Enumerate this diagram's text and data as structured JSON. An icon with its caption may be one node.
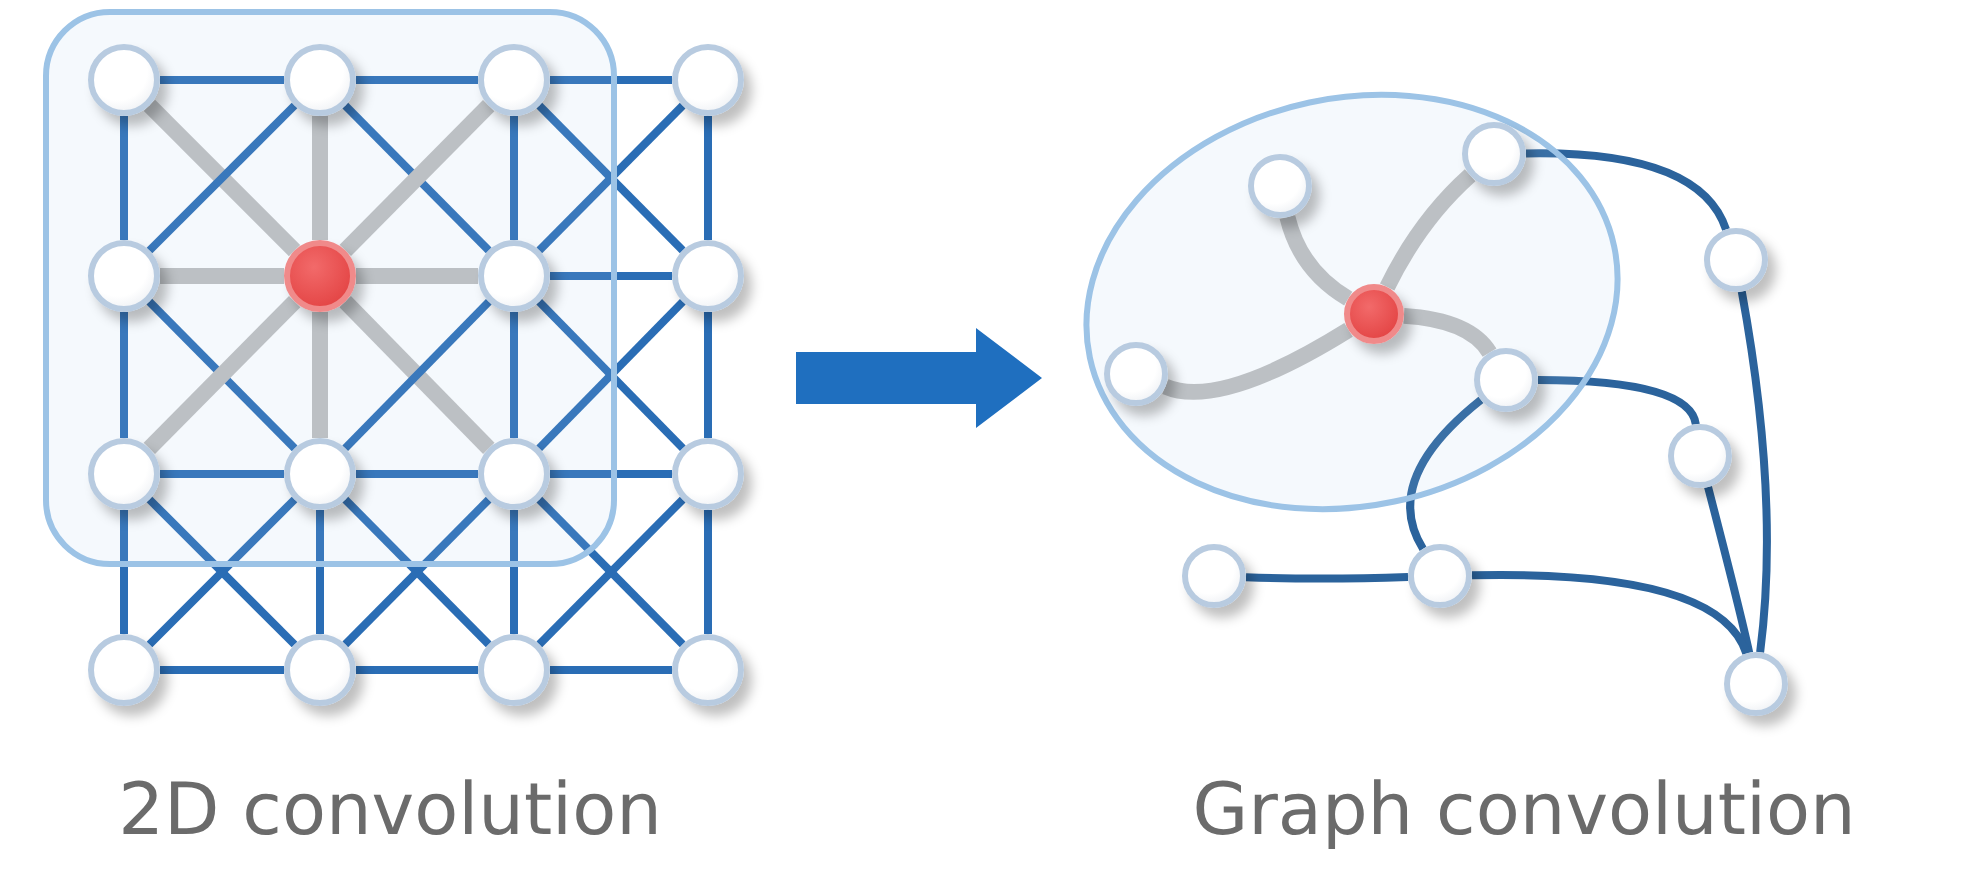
{
  "diagram": {
    "nodes": [
      {
        "text": [],
        "shape": "circle"
      },
      {
        "text": [],
        "shape": "circle"
      },
      {
        "text": [],
        "shape": "circle"
      },
      {
        "text": [],
        "shape": "circle"
      },
      {
        "text": [],
        "shape": "circle"
      },
      {
        "text": [],
        "shape": "circle"
      },
      {
        "text": [],
        "shape": "circle"
      },
      {
        "text": [],
        "shape": "circle"
      },
      {
        "text": [],
        "shape": "circle"
      },
      {
        "text": [],
        "shape": "circle"
      },
      {
        "text": [],
        "shape": "circle"
      },
      {
        "text": [],
        "shape": "circle"
      },
      {
        "text": [],
        "shape": "circle"
      },
      {
        "text": [],
        "shape": "circle"
      },
      {
        "text": [],
        "shape": "circle"
      },
      {
        "text": [],
        "shape": "circle"
      },
      {
        "text": [],
        "shape": "circle"
      },
      {
        "text": [],
        "shape": "circle"
      },
      {
        "text": [],
        "shape": "circle"
      },
      {
        "text": [],
        "shape": "circle"
      },
      {
        "text": [],
        "shape": "circle"
      },
      {
        "text": [],
        "shape": "circle"
      },
      {
        "text": [],
        "shape": "circle"
      },
      {
        "text": [],
        "shape": "circle"
      },
      {
        "text": [],
        "shape": "circle"
      },
      {
        "text": [],
        "shape": "circle"
      }
    ],
    "edges": [
      {
        "from": 0,
        "to": 1,
        "arrow": "none"
      },
      {
        "from": 1,
        "to": 2,
        "arrow": "none"
      },
      {
        "from": 2,
        "to": 3,
        "arrow": "none"
      },
      {
        "from": 4,
        "to": 5,
        "arrow": "none",
        "style": "thick",
        "color": "#bfbfbf"
      },
      {
        "from": 5,
        "to": 6,
        "arrow": "none",
        "style": "thick",
        "color": "#bfbfbf"
      },
      {
        "from": 6,
        "to": 7,
        "arrow": "none"
      },
      {
        "from": 8,
        "to": 9,
        "arrow": "none"
      },
      {
        "from": 9,
        "to": 10,
        "arrow": "none"
      },
      {
        "from": 10,
        "to": 11,
        "arrow": "none"
      },
      {
        "from": 12,
        "to": 13,
        "arrow": "none"
      },
      {
        "from": 13,
        "to": 14,
        "arrow": "none"
      },
      {
        "from": 14,
        "to": 15,
        "arrow": "none"
      },
      {
        "from": 0,
        "to": 4,
        "arrow": "none"
      },
      {
        "from": 4,
        "to": 8,
        "arrow": "none"
      },
      {
        "from": 8,
        "to": 12,
        "arrow": "none"
      },
      {
        "from": 1,
        "to": 5,
        "arrow": "none",
        "style": "thick",
        "color": "#bfbfbf"
      },
      {
        "from": 5,
        "to": 9,
        "arrow": "none",
        "style": "thick",
        "color": "#bfbfbf"
      },
      {
        "from": 9,
        "to": 13,
        "arrow": "none"
      },
      {
        "from": 2,
        "to": 6,
        "arrow": "none"
      },
      {
        "from": 6,
        "to": 10,
        "arrow": "none"
      },
      {
        "from": 10,
        "to": 14,
        "arrow": "none"
      },
      {
        "from": 3,
        "to": 7,
        "arrow": "none"
      },
      {
        "from": 7,
        "to": 11,
        "arrow": "none"
      },
      {
        "from": 11,
        "to": 15,
        "arrow": "none"
      },
      {
        "from": 0,
        "to": 5,
        "arrow": "none",
        "style": "thick",
        "color": "#bfbfbf"
      },
      {
        "from": 1,
        "to": 4,
        "arrow": "none"
      },
      {
        "from": 1,
        "to": 6,
        "arrow": "none"
      },
      {
        "from": 2,
        "to": 5,
        "arrow": "none",
        "style": "thick",
        "color": "#bfbfbf"
      },
      {
        "from": 2,
        "to": 7,
        "arrow": "none"
      },
      {
        "from": 3,
        "to": 6,
        "arrow": "none"
      },
      {
        "from": 4,
        "to": 9,
        "arrow": "none"
      },
      {
        "from": 5,
        "to": 8,
        "arrow": "none",
        "style": "thick",
        "color": "#bfbfbf"
      },
      {
        "from": 5,
        "to": 10,
        "arrow": "none",
        "style": "thick",
        "color": "#bfbfbf"
      },
      {
        "from": 6,
        "to": 9,
        "arrow": "none"
      },
      {
        "from": 6,
        "to": 11,
        "arrow": "none"
      },
      {
        "from": 7,
        "to": 10,
        "arrow": "none"
      },
      {
        "from": 8,
        "to": 13,
        "arrow": "none"
      },
      {
        "from": 9,
        "to": 12,
        "arrow": "none"
      },
      {
        "from": 9,
        "to": 14,
        "arrow": "none"
      },
      {
        "from": 10,
        "to": 13,
        "arrow": "none"
      },
      {
        "from": 10,
        "to": 15,
        "arrow": "none"
      },
      {
        "from": 11,
        "to": 14,
        "arrow": "none"
      },
      {
        "from": 19,
        "to": 17,
        "arrow": "none",
        "style": "thick",
        "color": "#bfbfbf"
      },
      {
        "from": 19,
        "to": 16,
        "arrow": "none",
        "style": "thick",
        "color": "#bfbfbf"
      },
      {
        "from": 19,
        "to": 20,
        "arrow": "none",
        "style": "thick",
        "color": "#bfbfbf"
      },
      {
        "from": 19,
        "to": 21,
        "arrow": "none",
        "style": "thick",
        "color": "#bfbfbf"
      },
      {
        "from": 16,
        "to": 18,
        "arrow": "none"
      },
      {
        "from": 18,
        "to": 25,
        "arrow": "none"
      },
      {
        "from": 21,
        "to": 22,
        "arrow": "none"
      },
      {
        "from": 22,
        "to": 25,
        "arrow": "none"
      },
      {
        "from": 21,
        "to": 24,
        "arrow": "none"
      },
      {
        "from": 23,
        "to": 24,
        "arrow": "none"
      },
      {
        "from": 24,
        "to": 25,
        "arrow": "none"
      }
    ],
    "labels": [
      "2D convolution",
      "Graph convolution"
    ]
  }
}
